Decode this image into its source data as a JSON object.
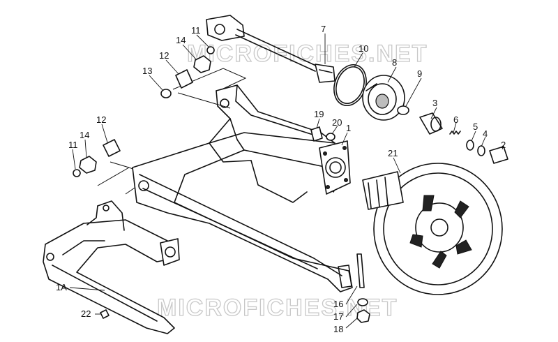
{
  "watermark": "MICROFICHES.NET",
  "callouts": [
    {
      "id": "c1",
      "text": "1"
    },
    {
      "id": "c1a",
      "text": "1A"
    },
    {
      "id": "c2",
      "text": "2"
    },
    {
      "id": "c3",
      "text": "3"
    },
    {
      "id": "c4",
      "text": "4"
    },
    {
      "id": "c5",
      "text": "5"
    },
    {
      "id": "c6",
      "text": "6"
    },
    {
      "id": "c7",
      "text": "7"
    },
    {
      "id": "c8",
      "text": "8"
    },
    {
      "id": "c9",
      "text": "9"
    },
    {
      "id": "c10",
      "text": "10"
    },
    {
      "id": "c11a",
      "text": "11"
    },
    {
      "id": "c11b",
      "text": "11"
    },
    {
      "id": "c12a",
      "text": "12"
    },
    {
      "id": "c12b",
      "text": "12"
    },
    {
      "id": "c13",
      "text": "13"
    },
    {
      "id": "c14a",
      "text": "14"
    },
    {
      "id": "c14b",
      "text": "14"
    },
    {
      "id": "c16",
      "text": "16"
    },
    {
      "id": "c17",
      "text": "17"
    },
    {
      "id": "c18",
      "text": "18"
    },
    {
      "id": "c19",
      "text": "19"
    },
    {
      "id": "c20",
      "text": "20"
    },
    {
      "id": "c21",
      "text": "21"
    },
    {
      "id": "c22",
      "text": "22"
    }
  ]
}
